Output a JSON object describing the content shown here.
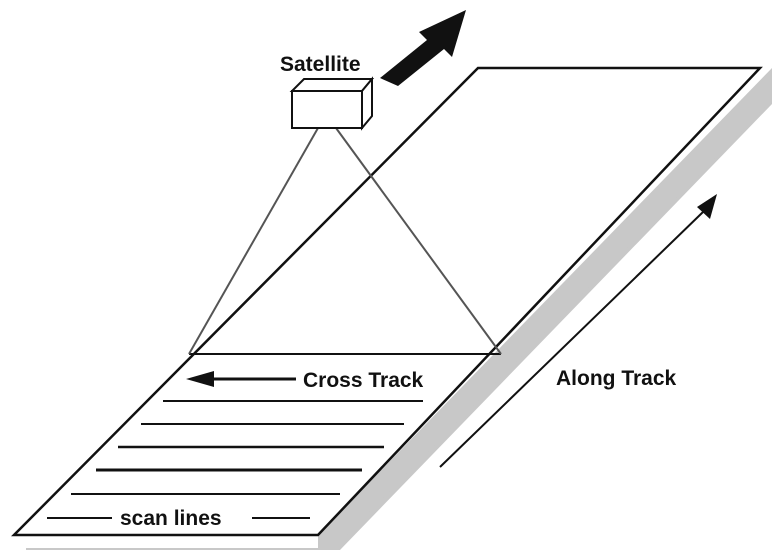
{
  "diagram": {
    "satellite_label": "Satellite",
    "cross_track_label": "Cross Track",
    "along_track_label": "Along Track",
    "scan_lines_label": "scan lines"
  },
  "colors": {
    "ink": "#111111",
    "shadow": "#c8c8c8",
    "background": "#ffffff"
  }
}
